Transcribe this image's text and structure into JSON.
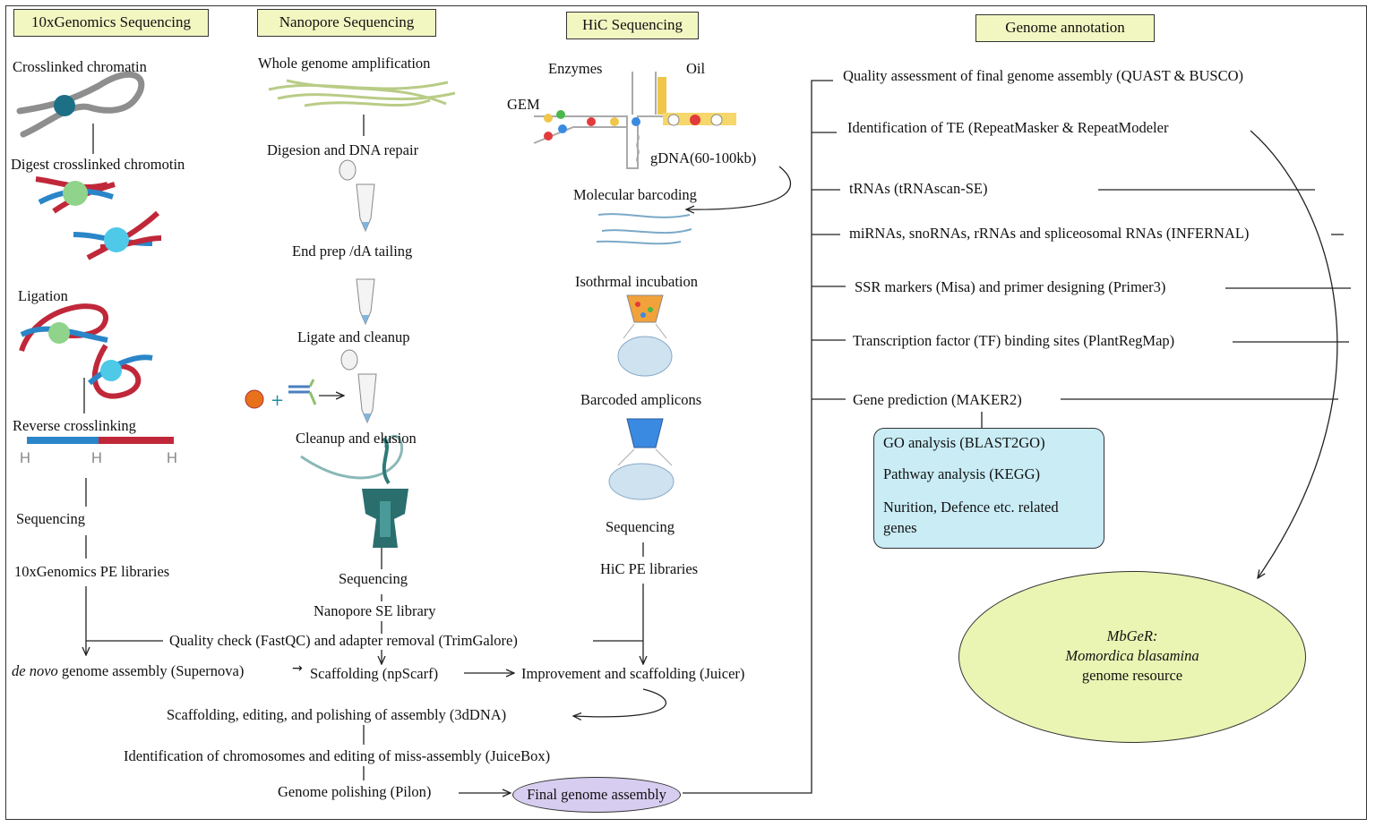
{
  "headers": {
    "tenx": "10xGenomics Sequencing",
    "nanopore": "Nanopore Sequencing",
    "hic": "HiC Sequencing",
    "annotation": "Genome annotation"
  },
  "tenx_steps": {
    "crosslinked": "Crosslinked chromatin",
    "digest": "Digest crosslinked chromotin",
    "ligation": "Ligation",
    "reverse": "Reverse crosslinking",
    "h_mark": "H",
    "sequencing": "Sequencing",
    "libraries": "10xGenomics PE libraries"
  },
  "nanopore_steps": {
    "wga": "Whole genome amplification",
    "repair": "Digesion and DNA repair",
    "endprep": "End prep /dA tailing",
    "ligate": "Ligate and cleanup",
    "cleanup": "Cleanup and elusion",
    "sequencing": "Sequencing",
    "library": "Nanopore SE library"
  },
  "hic_steps": {
    "enzymes": "Enzymes",
    "oil": "Oil",
    "gem": "GEM",
    "gdna": "gDNA(60-100kb)",
    "barcoding": "Molecular barcoding",
    "incubation": "Isothrmal incubation",
    "amplicons": "Barcoded amplicons",
    "sequencing": "Sequencing",
    "libraries": "HiC PE libraries"
  },
  "assembly": {
    "qc": "Quality check (FastQC) and adapter removal (TrimGalore)",
    "denovo_italic": "de novo",
    "denovo_rest": " genome assembly (Supernova)",
    "arrow_glyph": "→",
    "npscarf": "Scaffolding (npScarf)",
    "juicer": "Improvement and scaffolding (Juicer)",
    "dna3d": "Scaffolding, editing, and polishing of assembly (3dDNA)",
    "juicebox": "Identification of chromosomes and editing of miss-assembly (JuiceBox)",
    "pilon": "Genome polishing (Pilon)",
    "final": "Final genome assembly"
  },
  "annotation_items": [
    "Quality assessment of final genome assembly (QUAST & BUSCO)",
    "Identification of TE (RepeatMasker & RepeatModeler",
    "tRNAs (tRNAscan-SE)",
    "miRNAs, snoRNAs, rRNAs and spliceosomal RNAs (INFERNAL)",
    "SSR markers (Misa) and primer designing (Primer3)",
    "Transcription factor (TF) binding sites (PlantRegMap)",
    "Gene prediction (MAKER2)"
  ],
  "gene_box": {
    "go": "GO analysis (BLAST2GO)",
    "kegg": "Pathway analysis (KEGG)",
    "nutrition": "Nurition, Defence etc. related genes"
  },
  "resource": {
    "name": "MbGeR:",
    "species": "Momordica blasamina",
    "label": "genome resource"
  },
  "colors": {
    "header_fill": "#f2f7c2",
    "gene_box_fill": "#c9ecf5",
    "resource_fill": "#eaf4b3",
    "final_fill": "#d7cdf0",
    "dna_red": "#c0283a",
    "dna_blue": "#2a86c8",
    "nucleosome_green": "#8fd48a",
    "nucleosome_cyan": "#4ec9e8"
  }
}
